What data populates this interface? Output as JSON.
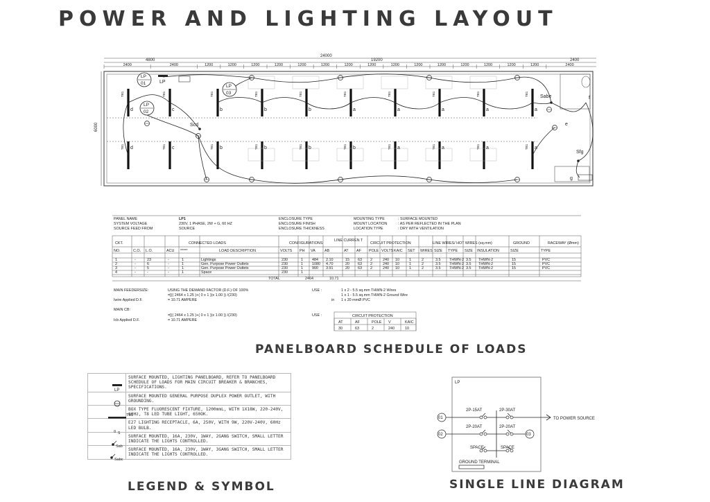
{
  "title": "POWER AND LIGHTING LAYOUT",
  "sections": {
    "panelboard_title": "PANELBOARD SCHEDULE OF  LOADS",
    "legend_title": "LEGEND & SYMBOL",
    "sld_title": "SINGLE LINE DIAGRAM"
  },
  "plan": {
    "dims_top": [
      "24000",
      "4800",
      "19200",
      "2400"
    ],
    "dims_seg": [
      "2400",
      "2400",
      "1200",
      "1200",
      "1200",
      "1200",
      "1200",
      "1200",
      "1200",
      "1200",
      "1200",
      "1200",
      "1200",
      "1200",
      "1200",
      "1200",
      "1200",
      "2400"
    ],
    "dim_side": "6000",
    "panel_label": "LP",
    "circles": [
      "LP\n01",
      "LP\n02",
      "LP\n03"
    ],
    "circuit_letters_top": [
      "d",
      "c",
      "b",
      "b",
      "b",
      "a",
      "a",
      "a",
      "a",
      "a"
    ],
    "circuit_letters_bot": [
      "d",
      "c",
      "b",
      "b",
      "b",
      "b",
      "a",
      "a",
      "a",
      "a"
    ],
    "switches": [
      "Scd",
      "Sabe",
      "Sfg"
    ],
    "small_letters": [
      "e",
      "f",
      "g"
    ],
    "tag": "TB1"
  },
  "schedule": {
    "header": {
      "panel_name_label": "PANEL NAME",
      "panel_name": "LP1",
      "system_voltage_label": "SYSTEM VOLTAGE",
      "system_voltage": "230V, 1 PHASE, 2W + G, 60 HZ",
      "source_label": "SOURCE FEED FROM",
      "source": "SOURCE",
      "enclosure_type": "ENCLOSURE TYPE",
      "enclosure_finish": "ENCLOSURE FINISH",
      "enclosure_thickness": "ENCLOSURE THICKNESS",
      "mounting_type_label": "MOUNTING TYPE",
      "mounting_type": ": SURFACE MOUNTED",
      "mount_location_label": "MOUNT LOCATION",
      "mount_location": ": AS PER REFLECTED IN THE PLAN",
      "location_type_label": "LOCATION TYPE",
      "location_type": ": DRY WITH VENTILATION"
    },
    "groups": [
      "CKT.",
      "CONNECTED LOADS",
      "CONFIGURATIONS",
      "LINE CURREN T",
      "CIRCUIT PROTECTION",
      "LINE WIRES/ HOT WIRES (sq.mm)",
      "GROUND",
      "RACEWAY (Ømm)"
    ],
    "columns": [
      "NO.",
      "C.O.",
      "L.O.",
      "ACU",
      "*****",
      "LOAD DESCRIPTION",
      "VOLTS",
      "PH",
      "VA",
      "AB",
      "AT",
      "AF",
      "POLE",
      "VOLTS",
      "KAIC",
      "SET",
      "WIRES",
      "SIZE",
      "TYPE",
      "SIZE",
      "INSULATION",
      "SIZE",
      "TYPE"
    ],
    "rows": [
      [
        "1",
        "-",
        "23",
        "-",
        "1",
        "Lightings",
        "230",
        "1",
        "484",
        "2.10",
        "15",
        "63",
        "2",
        "240",
        "10",
        "1",
        "2",
        "3.5",
        "THWN-2",
        "3.5",
        "THWN-2",
        "15",
        "PVC"
      ],
      [
        "2",
        "-",
        "6",
        "-",
        "1",
        "Gen. Purpose Power Outlets",
        "230",
        "1",
        "1080",
        "4.70",
        "20",
        "63",
        "2",
        "240",
        "10",
        "1",
        "2",
        "3.5",
        "THWN-2",
        "3.5",
        "THWN-2",
        "15",
        "PVC"
      ],
      [
        "3",
        "-",
        "5",
        "-",
        "1",
        "Gen. Purpose Power Outlets",
        "230",
        "1",
        "900",
        "3.91",
        "20",
        "63",
        "2",
        "240",
        "10",
        "1",
        "2",
        "3.5",
        "THWN-2",
        "3.5",
        "THWN-2",
        "15",
        "PVC"
      ],
      [
        "4",
        "-",
        "-",
        "-",
        "1",
        "Space",
        "230",
        "1",
        "",
        "",
        "",
        "",
        "",
        "",
        "",
        "",
        "",
        "",
        "",
        "",
        "",
        "",
        ""
      ]
    ],
    "total_label": "TOTAL",
    "total_va": "2464",
    "total_amp": "10.71",
    "calc": {
      "feeder_label": "MAIN FEEDERSIZE:",
      "feeder_text": "USING THE DEMAND FACTOR (D.F.) OF       100%",
      "feeder_formula": "=[((      2464    x  1.25   )+(     0    x   1     ))x   1.00   )) /(230)",
      "iwire_label": "Iwire Applied  D.F.",
      "iwire_val": "=           10.71    AMPERE",
      "use1": "USE :",
      "use_line1": "1         x 2 -      5.5    sq.mm THWN-2 Wires",
      "use_line2": "1         x 1 -      5.5    sq.mm THWN-2 Ground Wire",
      "use_line3_in": "in",
      "use_line3": "1         x         20     mmØ PVC",
      "maincb_label": "MAIN CB:",
      "cb_formula": "=[((      2464    x  1.25   )+(     0    x   1     ))x   1.00   )) /(230)",
      "icb_label": "Icb Applied  D.F.",
      "icb_val": "=           10.71    AMPERE",
      "use2": "USE :",
      "cp_title": "CIRCUIT PROTECTION",
      "cp_cols": [
        "AT",
        "AF",
        "POLE",
        "V",
        "KAIC"
      ],
      "cp_vals": [
        "30",
        "63",
        "2",
        "240",
        "10"
      ]
    }
  },
  "legend": [
    {
      "icon": "panelboard-icon",
      "symbol": "LP",
      "text": "SURFACE MOUNTED, LIGHTING PANELBOARD, REFER TO PANELBOARD SCHEDULE OF LOADS FOR MAIN CIRCUIT BREAKER & BRANCHES, SPECIFICATIONS."
    },
    {
      "icon": "duplex-outlet-icon",
      "symbol": "",
      "text": "SURFACE MOUNTED GENERAL PURPOSE DUPLEX POWER OUTLET, WITH GROUNDING."
    },
    {
      "icon": "fluorescent-fixture-icon",
      "symbol": "TB1",
      "text": "BOX TYPE FLUORESCENT FIXTURE, 1200mmL, WITH 1X18W, 220-240V, 60Hz, T8 LED TUBE LIGHT, 650OK."
    },
    {
      "icon": "lighting-receptacle-icon",
      "symbol": "S",
      "text": "E27 LIGHTING RECEPTACLE, 6A, 250V, WITH 9W, 220V-240V, 60Hz LED BULB."
    },
    {
      "icon": "one-way-switch-icon",
      "symbol": "Sab",
      "text": "SURFACE MOUNTED, 16A, 230V, 1WAY, 2GANG SWITCH, SMALL LETTER INDICATE THE LIGHTS CONTROLLED."
    },
    {
      "icon": "three-way-switch-icon",
      "symbol": "Sabc",
      "text": "SURFACE MOUNTED, 16A, 230V, 1WAY, 3GANG SWITCH, SMALL LETTER INDICATE THE LIGHTS CONTROLLED."
    }
  ],
  "sld": {
    "panel": "LP",
    "breakers": [
      "2P-15AT",
      "2P-30AT",
      "2P-20AT",
      "2P-20AT"
    ],
    "circuits": [
      "01",
      "02",
      "03"
    ],
    "space": [
      "SPACE",
      "SPACE"
    ],
    "ground": "GROUND TERMINAL",
    "to_source": "TO POWER SOURCE"
  }
}
